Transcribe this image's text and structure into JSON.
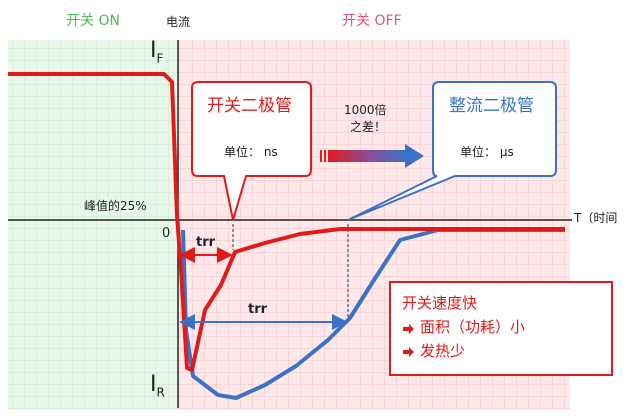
{
  "header": {
    "on_label": "开关 ON",
    "current_label": "电流",
    "off_label": "开关 OFF"
  },
  "axes": {
    "i_f": "I",
    "i_f_sub": "F",
    "i_r": "I",
    "i_r_sub": "R",
    "zero": "0",
    "time_label": "T（时间",
    "peak_label": "峰值的25%"
  },
  "switch_diode": {
    "title": "开关二极管",
    "unit": "单位： ns"
  },
  "rectifier_diode": {
    "title": "整流二极管",
    "unit": "单位： μs"
  },
  "difference": {
    "line1": "1000倍",
    "line2": "之差！"
  },
  "trr_short": "trr",
  "trr_long": "trr",
  "features": {
    "title": "开关速度快",
    "items": [
      "面积（功耗）小",
      "发热少"
    ]
  },
  "colors": {
    "red": "#e11b1b",
    "blue": "#3a72c8",
    "on_region": "#e9f7ea",
    "off_region": "#fde9ea",
    "green_text": "#4fb95a"
  }
}
